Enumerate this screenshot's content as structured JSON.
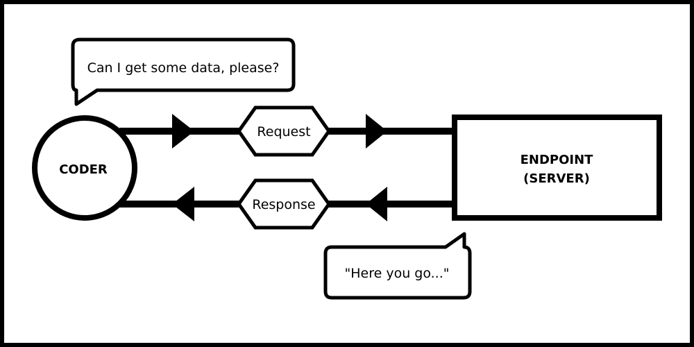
{
  "coder": {
    "label": "CODER"
  },
  "endpoint": {
    "label_line1": "ENDPOINT",
    "label_line2": "(SERVER)"
  },
  "request": {
    "label": "Request"
  },
  "response": {
    "label": "Response"
  },
  "speech_coder": {
    "text": "Can I get some data, please?"
  },
  "speech_server": {
    "text": "\"Here you go...\""
  },
  "colors": {
    "stroke": "#000000",
    "background": "#ffffff"
  }
}
